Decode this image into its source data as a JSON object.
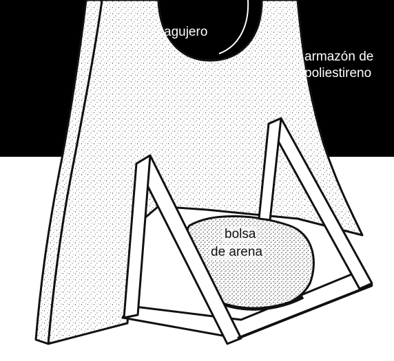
{
  "labels": {
    "hole": "agujero",
    "frame": [
      "armazón de",
      "poliestireno"
    ],
    "sandbag": [
      "bolsa",
      "de arena"
    ]
  },
  "colors": {
    "background": "#000000",
    "paper": "#ffffff",
    "outline": "#111111",
    "stipple": "#555555",
    "label_on_dark": "#ffffff",
    "label_on_light": "#111111"
  }
}
